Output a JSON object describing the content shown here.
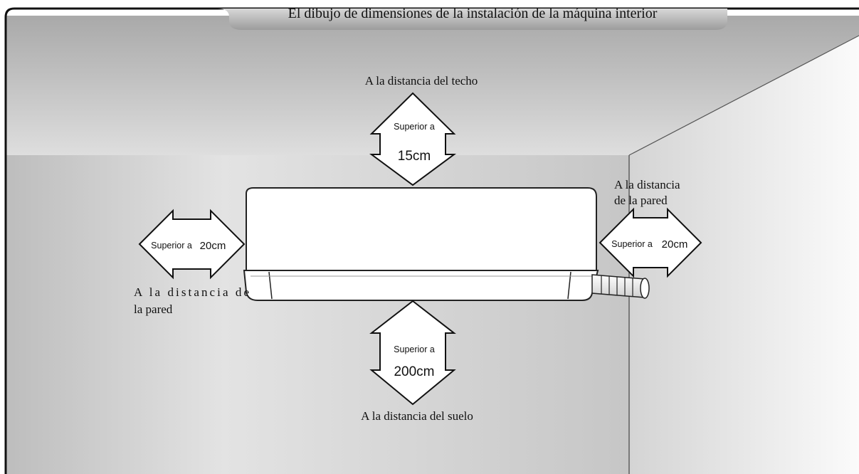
{
  "title": "El dibujo de dimensiones de la instalación de la máquina interior",
  "top": {
    "caption": "A la distancia del techo",
    "prefix": "Superior a",
    "value": "15cm"
  },
  "left": {
    "caption_line1": "A la distancia de",
    "caption_line2": "la pared",
    "prefix": "Superior a",
    "value": "20cm"
  },
  "right": {
    "caption_line1": "A la distancia",
    "caption_line2": "de la pared",
    "prefix": "Superior a",
    "value": "20cm"
  },
  "bottom": {
    "caption": "A la distancia del suelo",
    "prefix": "Superior a",
    "value": "200cm"
  }
}
